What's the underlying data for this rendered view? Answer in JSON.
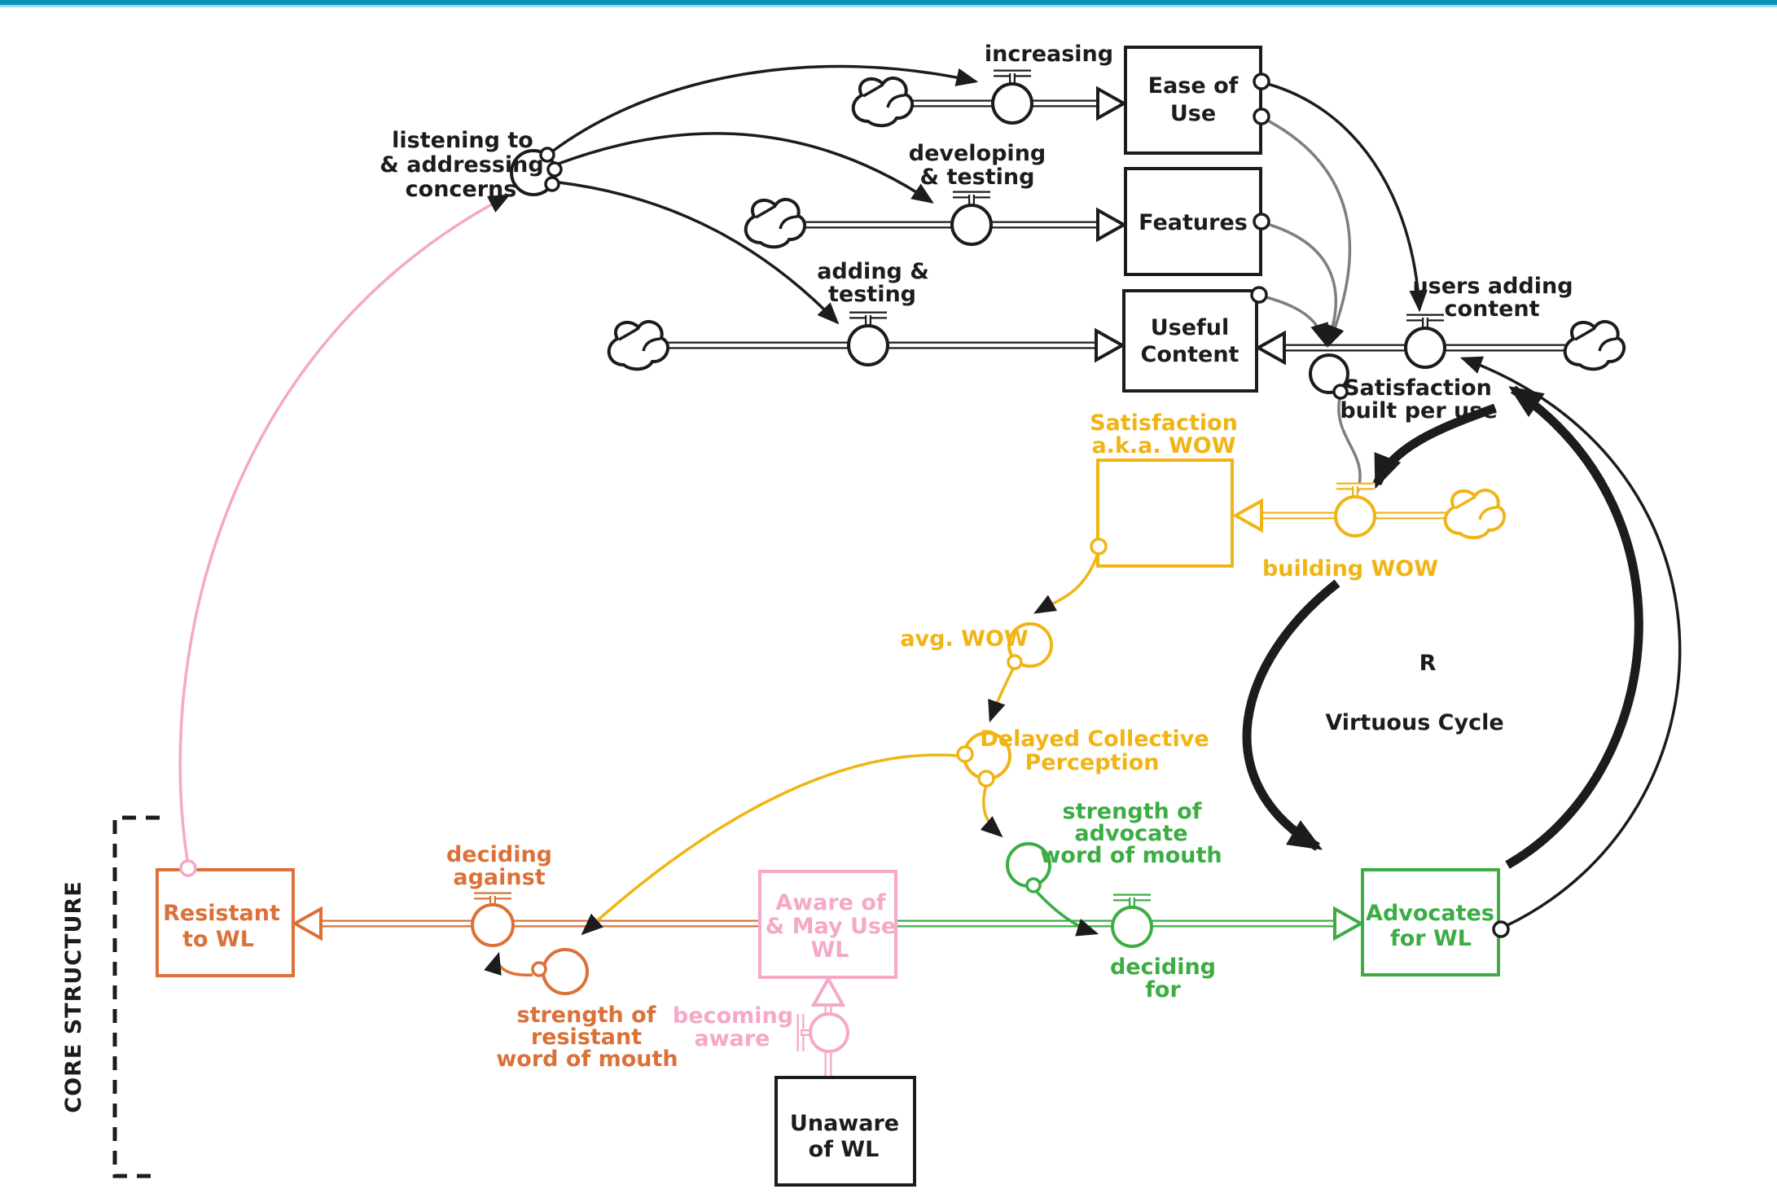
{
  "colors": {
    "top_bar": "#0994BD",
    "top_bar_light": "#A6D8E8",
    "black": "#1c1c1c",
    "gray_connector": "#7f7f7f",
    "yellow": "#F0B414",
    "orange": "#DB7138",
    "pink": "#F5A8C7",
    "green": "#3BAD43"
  },
  "stocks": {
    "ease_of_use": {
      "l1": "Ease of",
      "l2": "Use"
    },
    "features": {
      "l1": "Features"
    },
    "useful_content": {
      "l1": "Useful",
      "l2": "Content"
    },
    "satisfaction": {
      "l1": "Satisfaction",
      "l2": "a.k.a. WOW"
    },
    "resistant": {
      "l1": "Resistant",
      "l2": "to WL"
    },
    "aware": {
      "l1": "Aware of",
      "l2": "& May Use",
      "l3": "WL"
    },
    "advocates": {
      "l1": "Advocates",
      "l2": "for WL"
    },
    "unaware": {
      "l1": "Unaware",
      "l2": "of WL"
    }
  },
  "flows": {
    "increasing": {
      "l1": "increasing"
    },
    "developing": {
      "l1": "developing",
      "l2": "& testing"
    },
    "adding": {
      "l1": "adding &",
      "l2": "testing"
    },
    "users_adding": {
      "l1": "users adding",
      "l2": "content"
    },
    "building_wow": {
      "l1": "building WOW"
    },
    "deciding_against": {
      "l1": "deciding",
      "l2": "against"
    },
    "becoming_aware": {
      "l1": "becoming",
      "l2": "aware"
    },
    "deciding_for": {
      "l1": "deciding",
      "l2": "for"
    }
  },
  "converters": {
    "listening": {
      "l1": "listening to",
      "l2": "& addressing",
      "l3": "concerns"
    },
    "satisfaction_built": {
      "l1": "Satisfaction",
      "l2": "built per use"
    },
    "avg_wow": {
      "l1": "avg. WOW"
    },
    "delayed_perception": {
      "l1": "Delayed Collective",
      "l2": "Perception"
    },
    "advocate_wom": {
      "l1": "strength of",
      "l2": "advocate",
      "l3": "word of mouth"
    },
    "resistant_wom": {
      "l1": "strength of",
      "l2": "resistant",
      "l3": "word of mouth"
    }
  },
  "loop": {
    "id": "R",
    "name": "Virtuous Cycle"
  },
  "annotations": {
    "core_structure": "CORE STRUCTURE"
  }
}
